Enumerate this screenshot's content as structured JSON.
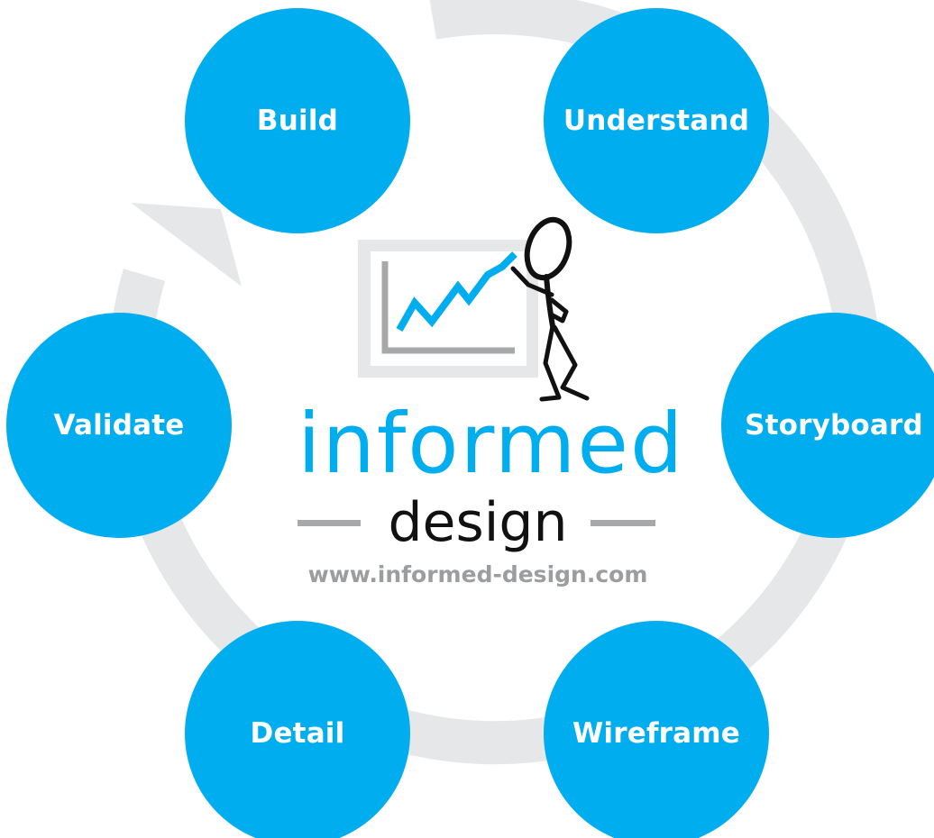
{
  "colors": {
    "circle": "#00aeef",
    "circle_text": "#ffffff",
    "ring": "#e6e7e8",
    "logo_accent": "#00aeef",
    "logo_dark": "#111111",
    "logo_gray": "#9c9d9f"
  },
  "stages": [
    {
      "id": "build",
      "label": "Build"
    },
    {
      "id": "understand",
      "label": "Understand"
    },
    {
      "id": "storyboard",
      "label": "Storyboard"
    },
    {
      "id": "wireframe",
      "label": "Wireframe"
    },
    {
      "id": "detail",
      "label": "Detail"
    },
    {
      "id": "validate",
      "label": "Validate"
    }
  ],
  "logo": {
    "word1": "informed",
    "word2": "design",
    "url": "www.informed-design.com",
    "icons": [
      "chart-board-icon",
      "stick-figure-icon"
    ]
  }
}
